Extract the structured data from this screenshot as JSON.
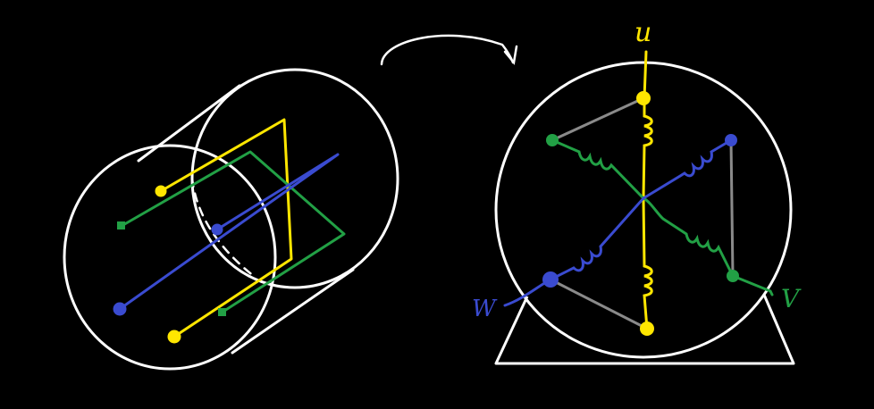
{
  "colors": {
    "background": "#000000",
    "outline": "#ffffff",
    "phase_u": "#ffe600",
    "phase_v": "#22a045",
    "phase_w": "#3a4bd0",
    "delta_links": "#8a8a8a"
  },
  "labels": {
    "u": "u",
    "v": "V",
    "w": "W"
  }
}
